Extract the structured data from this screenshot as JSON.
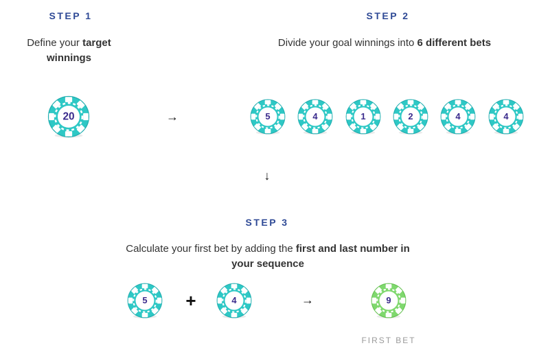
{
  "step1": {
    "label": "STEP 1",
    "desc_pre": "Define your ",
    "desc_bold": "target winnings",
    "target_chip": "20"
  },
  "step2": {
    "label": "STEP 2",
    "desc_pre": "Divide your goal winnings into ",
    "desc_bold": "6 different bets",
    "chips": [
      "5",
      "4",
      "1",
      "2",
      "4",
      "4"
    ]
  },
  "step3": {
    "label": "STEP 3",
    "desc_pre": "Calculate your first bet by adding the ",
    "desc_bold": "first and last number in your sequence",
    "chip_first": "5",
    "chip_last": "4",
    "chip_result": "9",
    "result_caption": "FIRST BET",
    "plus_symbol": "+"
  },
  "arrows": {
    "right": "→",
    "down": "↓"
  },
  "colors": {
    "chip_teal": "#2ec8c5",
    "chip_teal_dark": "#22aeb0",
    "chip_green": "#7fd86e",
    "chip_green_dark": "#64c150",
    "chip_number": "#3a2a8c",
    "step_label": "#2f4a96"
  },
  "icons": {
    "chip": "poker-chip-icon",
    "arrow_right": "arrow-right-icon",
    "arrow_down": "arrow-down-icon",
    "plus": "plus-icon"
  }
}
